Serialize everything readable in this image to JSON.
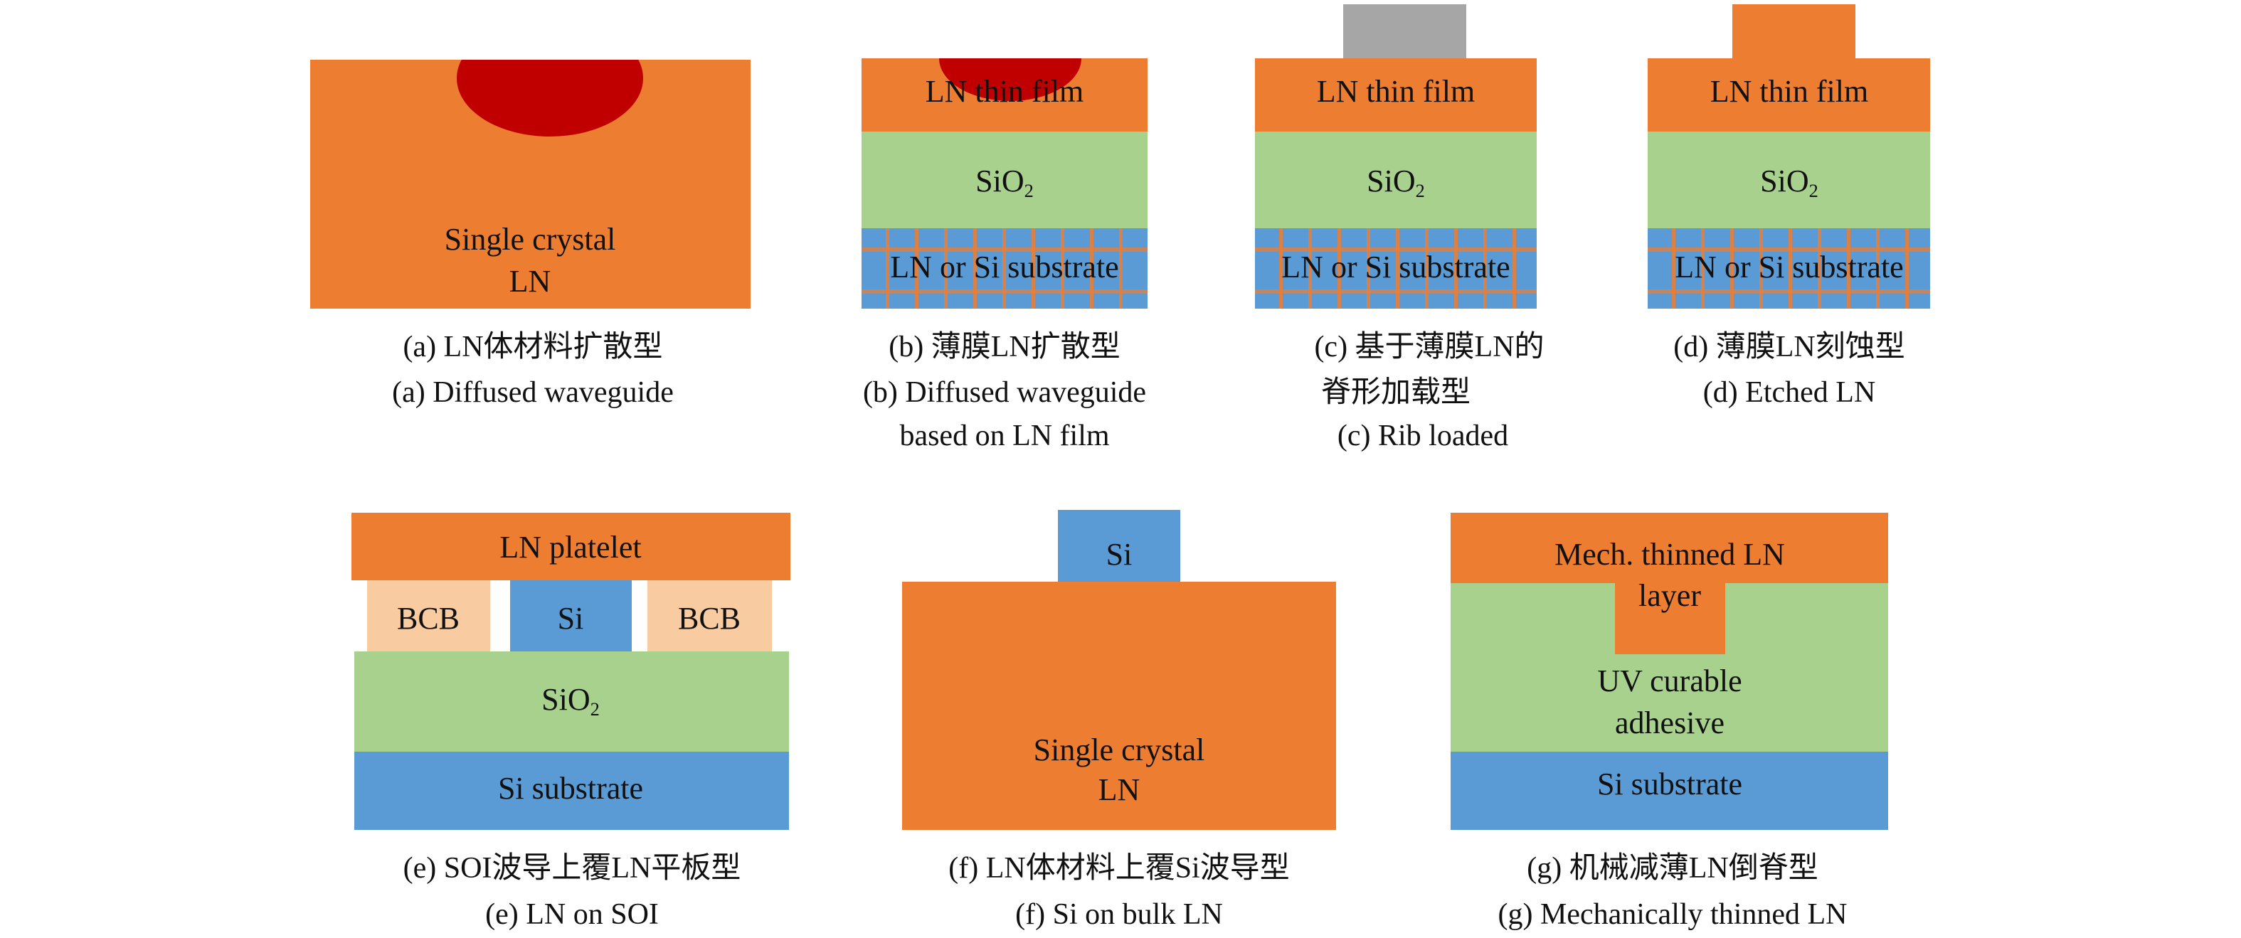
{
  "colors": {
    "ln": "#ed7d31",
    "sio2": "#a9d18e",
    "si": "#5b9bd5",
    "bcb": "#f8cba0",
    "metal": "#a6a6a6",
    "diffused": "#c00000"
  },
  "panels": {
    "a": {
      "body_line1": "Single crystal",
      "body_line2": "LN",
      "caption_cn": "(a) LN体材料扩散型",
      "caption_en": "(a) Diffused waveguide"
    },
    "b": {
      "film": "LN thin film",
      "oxide": "SiO",
      "oxide_sub": "2",
      "substrate": "LN or Si substrate",
      "caption_cn": "(b) 薄膜LN扩散型",
      "caption_en1": "(b)  Diffused waveguide",
      "caption_en2": "based on LN film"
    },
    "c": {
      "film": "LN thin film",
      "oxide": "SiO",
      "oxide_sub": "2",
      "substrate": "LN or Si substrate",
      "caption_cn1": "(c) 基于薄膜LN的",
      "caption_cn2": "脊形加载型",
      "caption_en": "(c) Rib loaded"
    },
    "d": {
      "film": "LN thin film",
      "oxide": "SiO",
      "oxide_sub": "2",
      "substrate": "LN or Si substrate",
      "caption_cn": "(d) 薄膜LN刻蚀型",
      "caption_en": "(d)  Etched LN"
    },
    "e": {
      "platelet": "LN platelet",
      "bcb_left": "BCB",
      "si": "Si",
      "bcb_right": "BCB",
      "oxide": "SiO",
      "oxide_sub": "2",
      "substrate": "Si substrate",
      "caption_cn": "(e) SOI波导上覆LN平板型",
      "caption_en": "(e) LN on SOI"
    },
    "f": {
      "si": "Si",
      "body_line1": "Single crystal",
      "body_line2": "LN",
      "caption_cn": "(f) LN体材料上覆Si波导型",
      "caption_en": "(f) Si on bulk LN"
    },
    "g": {
      "top_line1": "Mech. thinned LN",
      "top_line2": "layer",
      "adhesive_line1": "UV curable",
      "adhesive_line2": "adhesive",
      "substrate": "Si substrate",
      "caption_cn": "(g) 机械减薄LN倒脊型",
      "caption_en": "(g) Mechanically thinned LN"
    }
  }
}
